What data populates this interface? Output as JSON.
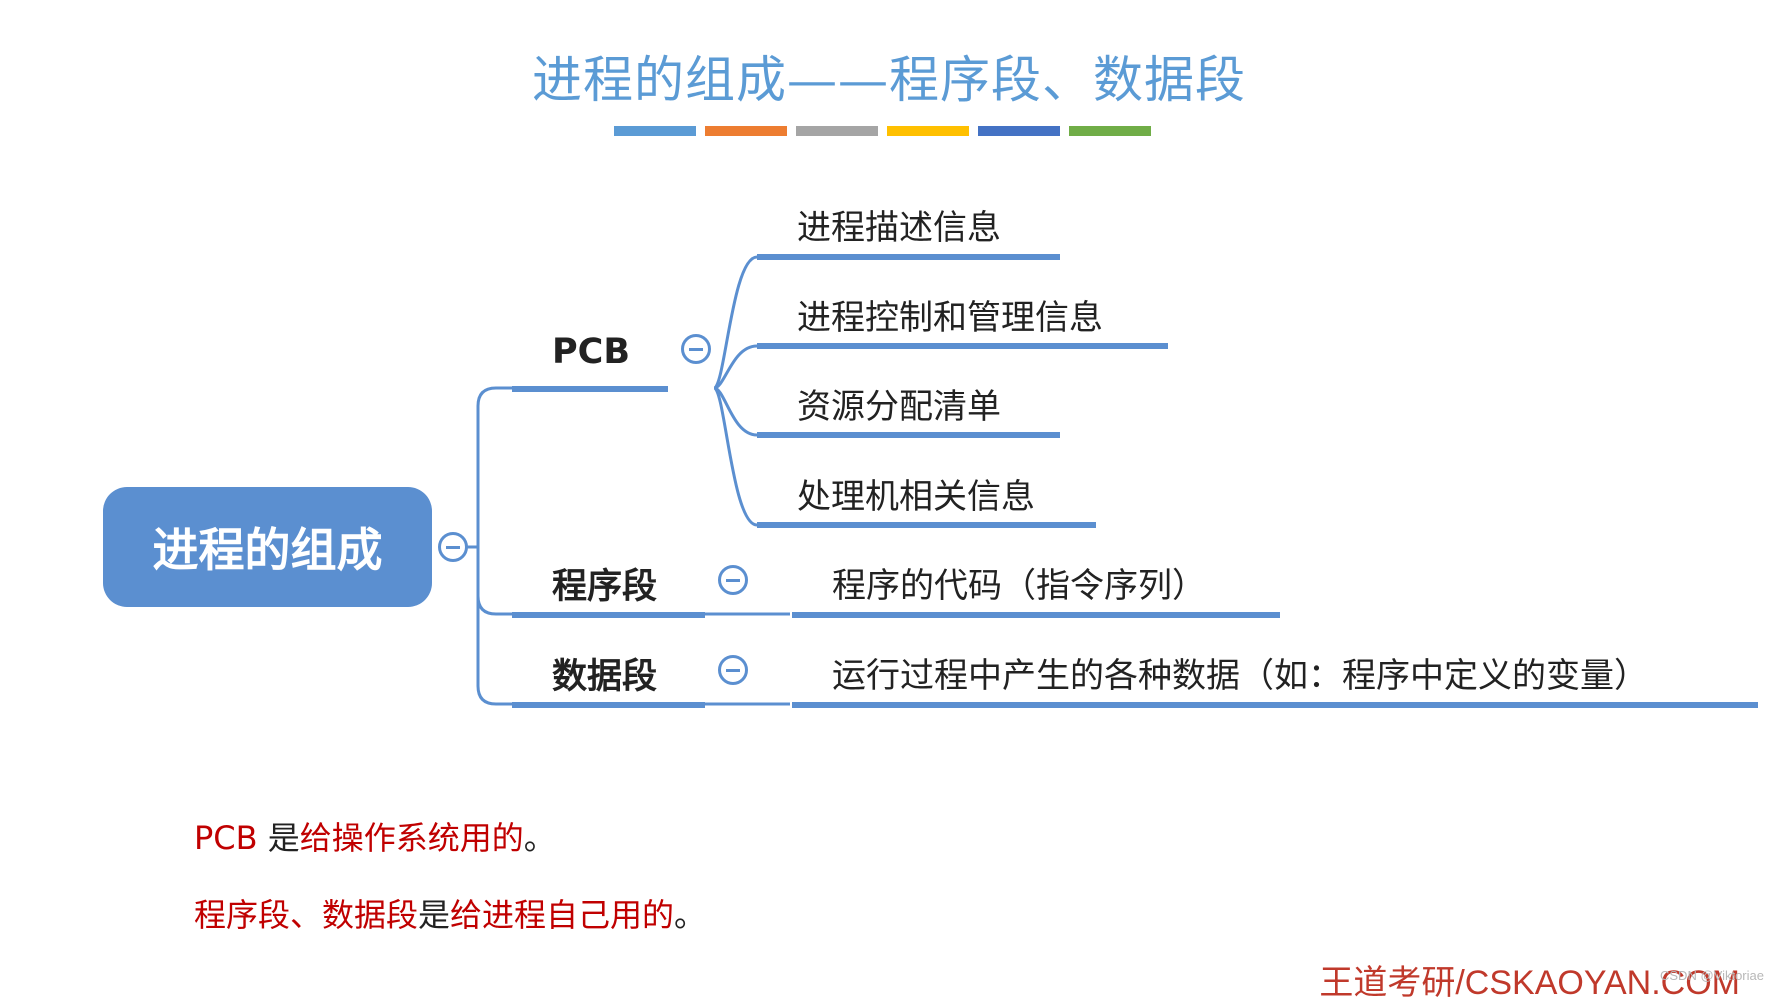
{
  "title": "进程的组成——程序段、数据段",
  "title_bar_colors": [
    "#5b9bd5",
    "#ed7d31",
    "#a5a5a5",
    "#ffc000",
    "#4472c4",
    "#70ad47"
  ],
  "mindmap": {
    "root": "进程的组成",
    "branches": [
      {
        "label": "PCB",
        "children": [
          "进程描述信息",
          "进程控制和管理信息",
          "资源分配清单",
          "处理机相关信息"
        ]
      },
      {
        "label": "程序段",
        "children": [
          "程序的代码（指令序列）"
        ]
      },
      {
        "label": "数据段",
        "children": [
          "运行过程中产生的各种数据（如：程序中定义的变量）"
        ]
      }
    ]
  },
  "notes": [
    {
      "p1": "PCB",
      "p2": "是",
      "p3": "给操作系统用的",
      "p4": "。"
    },
    {
      "p1": "程序段、数据段",
      "p2": "是",
      "p3": "给进程自己用的",
      "p4": "。"
    }
  ],
  "brand": "王道考研/CSKAOYAN.COM",
  "watermark": "CSDN @Viktoriae",
  "colors": {
    "accent": "#5b8fd0",
    "line": "#5b8fd0",
    "highlight": "#c00000"
  }
}
